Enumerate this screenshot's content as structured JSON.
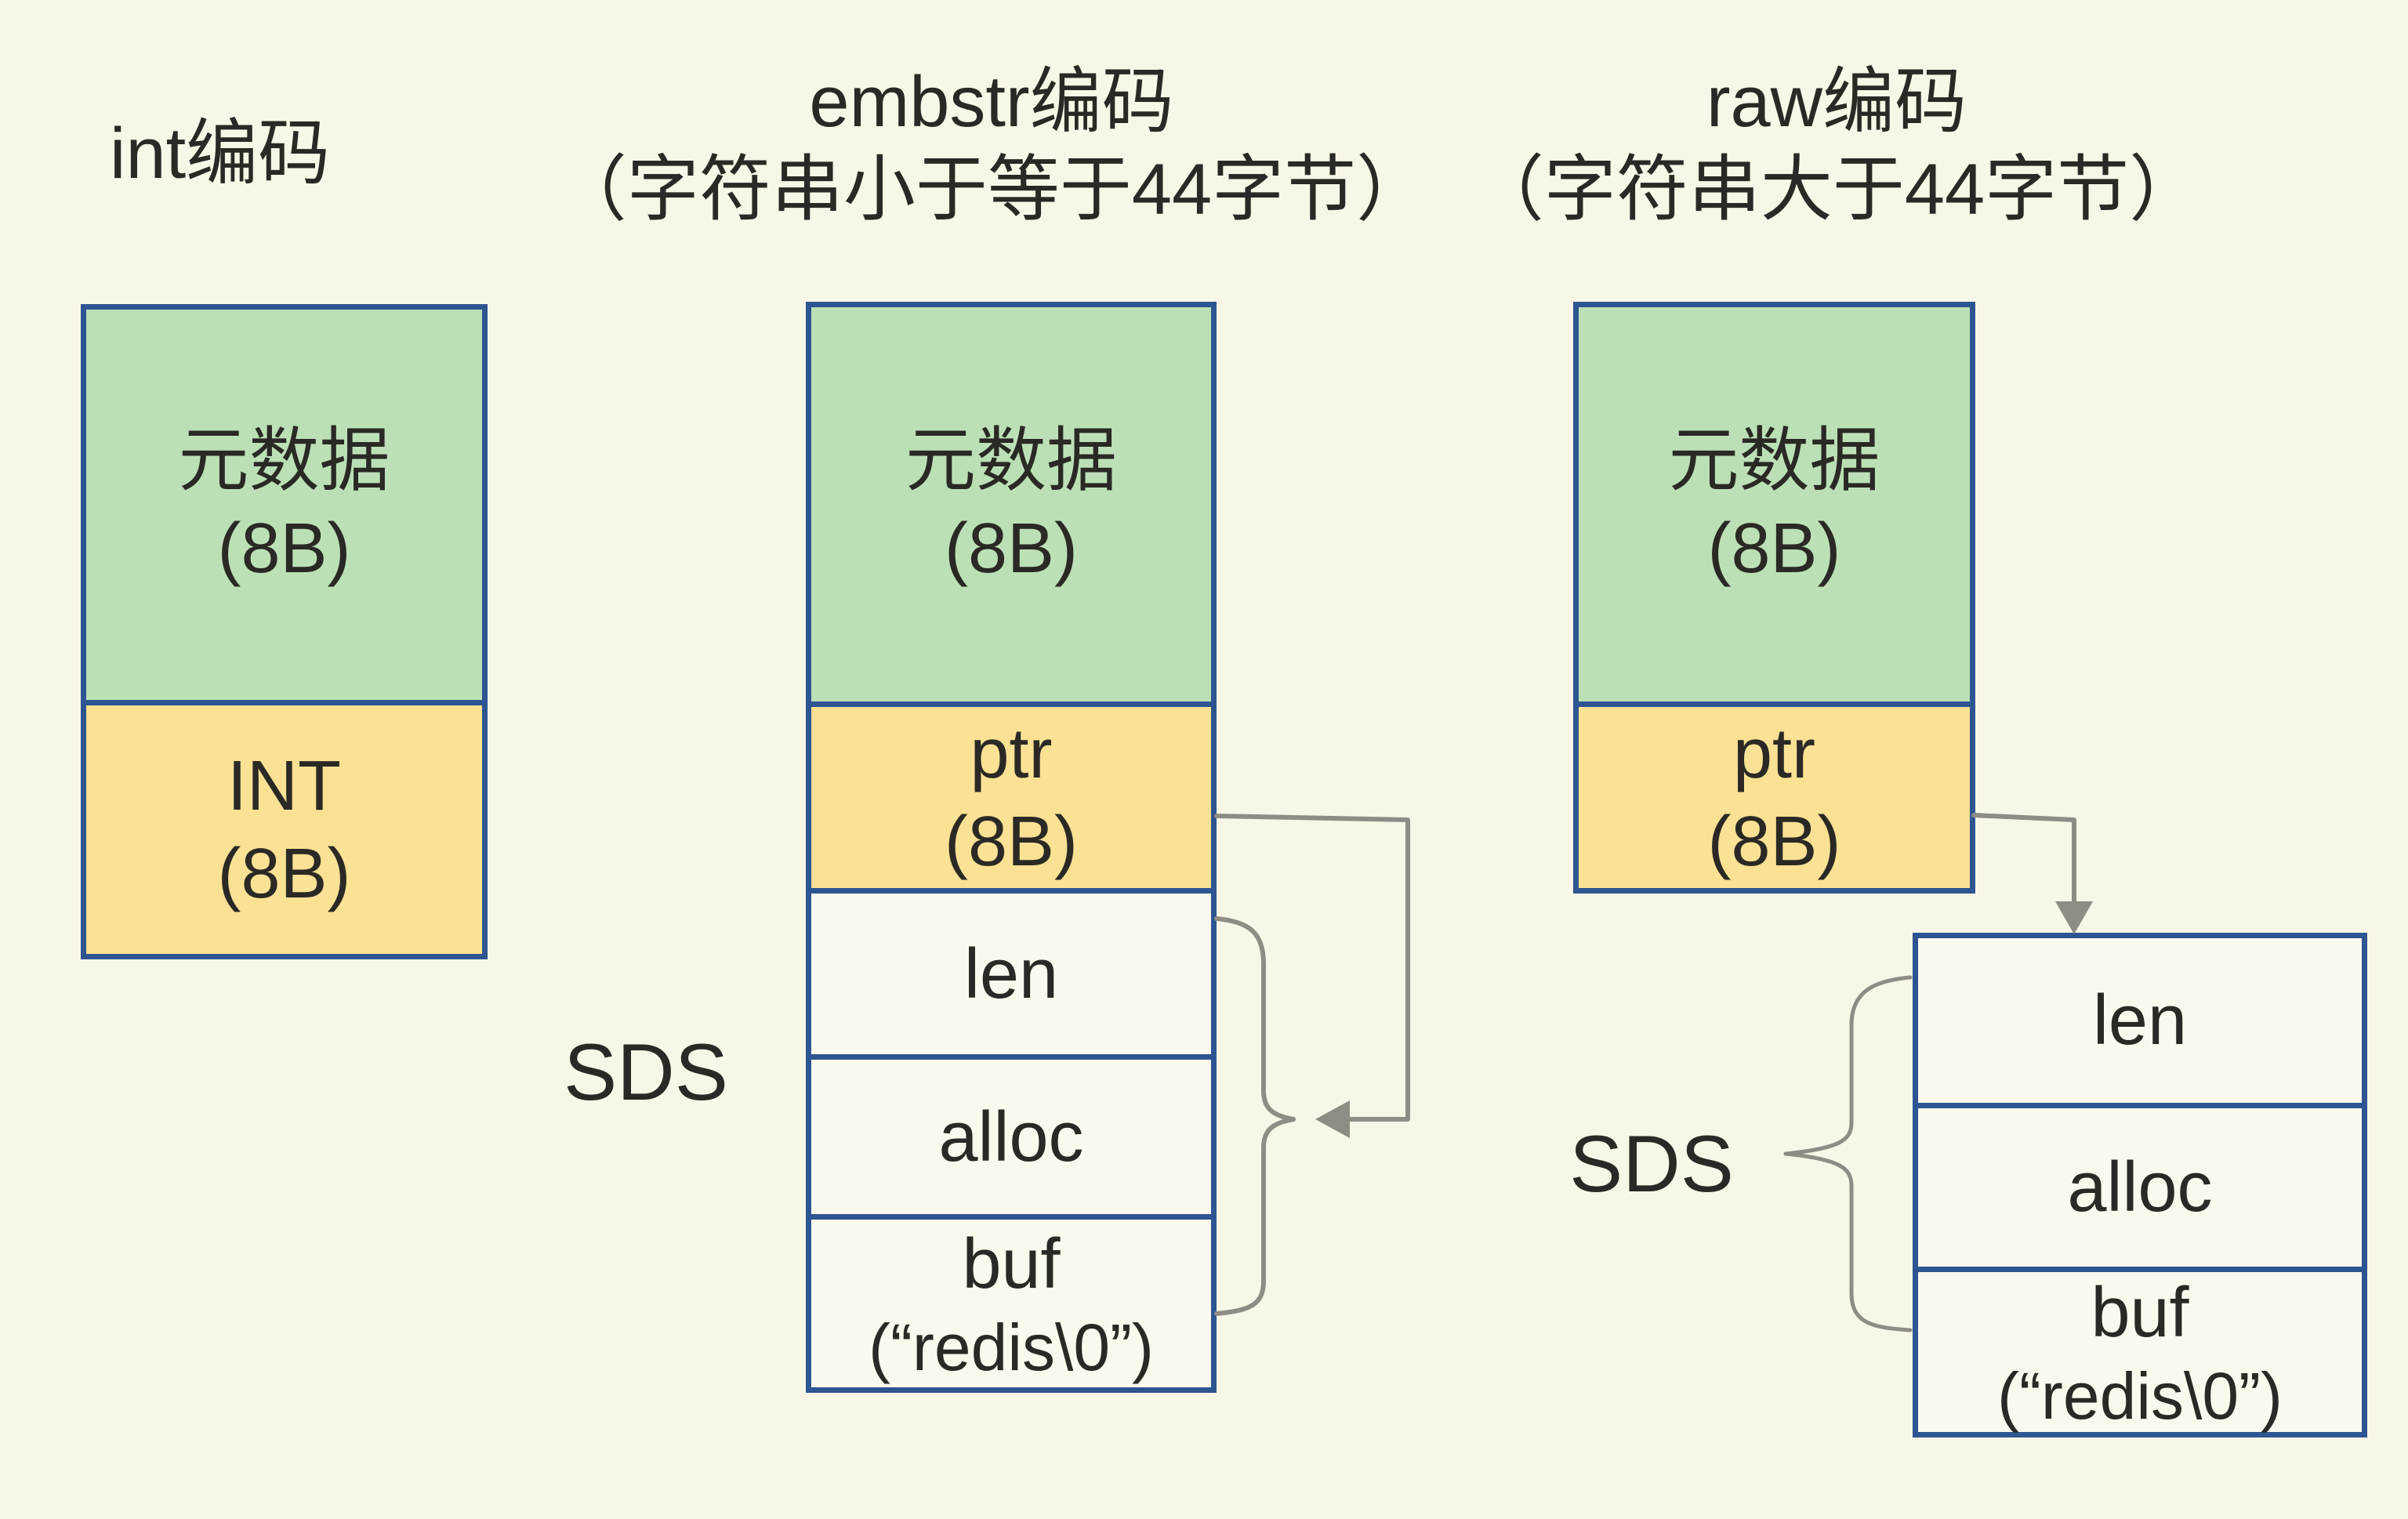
{
  "diagram": {
    "background": "#f8f6e7",
    "colors": {
      "metadata_green": "#bce0b6",
      "pointer_yellow": "#fbe193",
      "sds_cell": "#fbf9ee",
      "border_blue": "#2d5591",
      "connector_gray": "#8e8c84",
      "text": "#2a2925"
    },
    "columns": [
      {
        "key": "int",
        "header_line1": "int编码",
        "header_line2": "",
        "cells": [
          {
            "label": "元数据",
            "size": "(8B)"
          },
          {
            "label": "INT",
            "size": "(8B)"
          }
        ]
      },
      {
        "key": "embstr",
        "header_line1": "embstr编码",
        "header_line2": "（字符串小于等于44字节）",
        "cells": [
          {
            "label": "元数据",
            "size": "(8B)"
          },
          {
            "label": "ptr",
            "size": "(8B)"
          },
          {
            "label": "len"
          },
          {
            "label": "alloc"
          },
          {
            "label": "buf",
            "size": "(“redis\\0”)"
          }
        ],
        "sds_label": "SDS"
      },
      {
        "key": "raw",
        "header_line1": "raw编码",
        "header_line2": "（字符串大于44字节）",
        "cells": [
          {
            "label": "元数据",
            "size": "(8B)"
          },
          {
            "label": "ptr",
            "size": "(8B)"
          }
        ],
        "sds_label": "SDS",
        "sds_cells": [
          {
            "label": "len"
          },
          {
            "label": "alloc"
          },
          {
            "label": "buf",
            "size": "(“redis\\0”)"
          }
        ]
      }
    ]
  }
}
